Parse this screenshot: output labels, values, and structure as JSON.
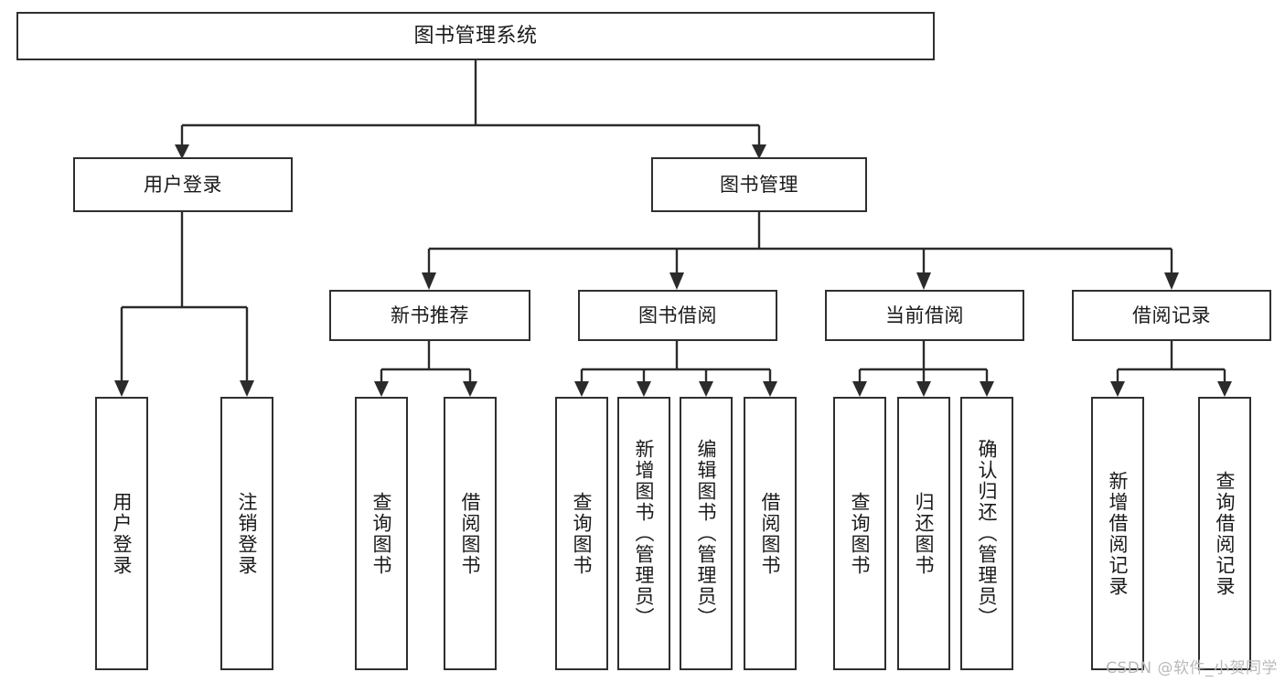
{
  "diagram": {
    "title": "图书管理系统",
    "type": "function-structure-tree",
    "watermark": "CSDN @软件_小贺同学",
    "colors": {
      "box_border": "#2f2f2f",
      "connector": "#2b2b2b",
      "background": "#ffffff",
      "watermark_text": "#b9b9b9"
    },
    "levels": {
      "root": {
        "label": "图书管理系统"
      },
      "level2": [
        {
          "label": "用户登录"
        },
        {
          "label": "图书管理"
        }
      ],
      "level3": [
        {
          "label": "新书推荐"
        },
        {
          "label": "图书借阅"
        },
        {
          "label": "当前借阅"
        },
        {
          "label": "借阅记录"
        }
      ],
      "leaves": {
        "user_login": [
          {
            "label": "用户登录"
          },
          {
            "label": "注销登录"
          }
        ],
        "new_book_recommend": [
          {
            "label": "查询图书"
          },
          {
            "label": "借阅图书"
          }
        ],
        "book_borrow": [
          {
            "label": "查询图书"
          },
          {
            "label": "新增图书（管理员）"
          },
          {
            "label": "编辑图书（管理员）"
          },
          {
            "label": "借阅图书"
          }
        ],
        "current_borrow": [
          {
            "label": "查询图书"
          },
          {
            "label": "归还图书"
          },
          {
            "label": "确认归还（管理员）"
          }
        ],
        "borrow_record": [
          {
            "label": "新增借阅记录"
          },
          {
            "label": "查询借阅记录"
          }
        ]
      }
    }
  }
}
